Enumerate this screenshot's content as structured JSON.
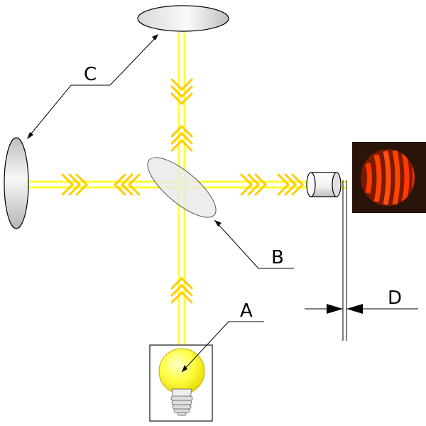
{
  "labels": {
    "a": "A",
    "b": "B",
    "c": "C",
    "d": "D"
  },
  "colors": {
    "beam": "#ffff33",
    "chevron": "#ffcc00",
    "mirror_fill": "#e5e5e5",
    "line": "#000000",
    "bulb": "#ffff33",
    "fringe": "#ff3300",
    "fringe_bg": "#2a1308"
  }
}
